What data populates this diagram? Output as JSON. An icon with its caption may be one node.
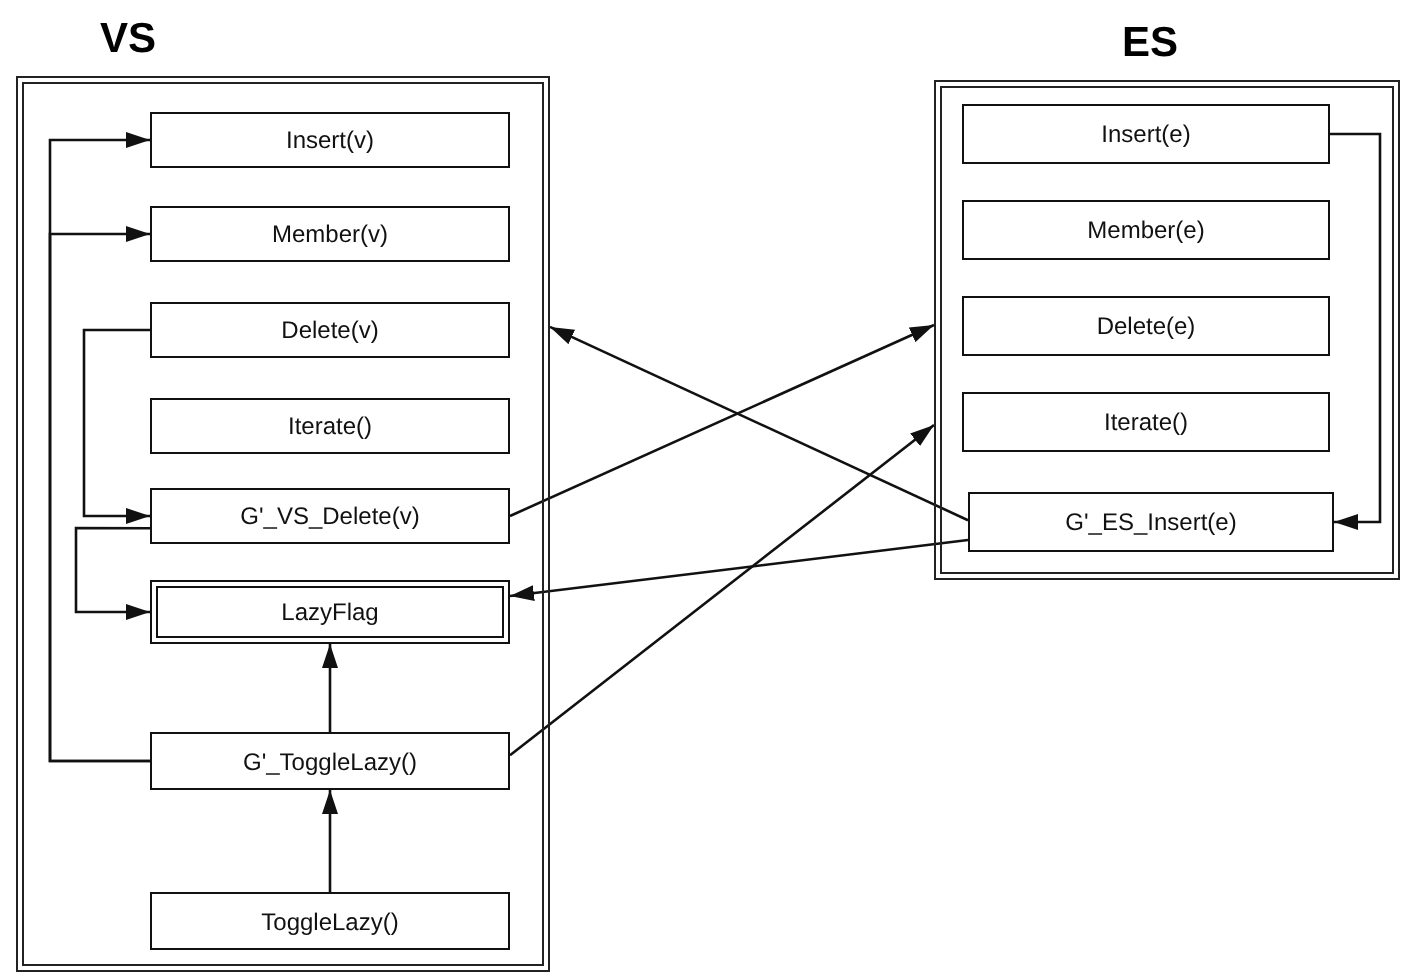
{
  "diagram": {
    "nodes": [
      {
        "text": [
          "VS"
        ]
      },
      {
        "text": [
          "Insert(v)"
        ],
        "in": 0
      },
      {
        "text": [
          "Member(v)"
        ],
        "in": 0
      },
      {
        "text": [
          "Delete(v)"
        ],
        "in": 0
      },
      {
        "text": [
          "Iterate()"
        ],
        "in": 0
      },
      {
        "text": [
          "G'_VS_Delete(v)"
        ],
        "in": 0
      },
      {
        "text": [
          "LazyFlag"
        ],
        "in": 0
      },
      {
        "text": [
          "G'_ToggleLazy()"
        ],
        "in": 0
      },
      {
        "text": [
          "ToggleLazy()"
        ],
        "in": 0
      },
      {
        "text": [
          "ES"
        ]
      },
      {
        "text": [
          "Insert(e)"
        ],
        "in": 9
      },
      {
        "text": [
          "Member(e)"
        ],
        "in": 9
      },
      {
        "text": [
          "Delete(e)"
        ],
        "in": 9
      },
      {
        "text": [
          "Iterate()"
        ],
        "in": 9
      },
      {
        "text": [
          "G'_ES_Insert(e)"
        ],
        "in": 9
      }
    ],
    "edges": [
      {
        "from": 7,
        "to": 1,
        "arrow": "to"
      },
      {
        "from": 7,
        "to": 2,
        "arrow": "to"
      },
      {
        "from": 3,
        "to": 5,
        "arrow": "to"
      },
      {
        "from": 5,
        "to": 6,
        "arrow": "to"
      },
      {
        "from": 7,
        "to": 6,
        "arrow": "to"
      },
      {
        "from": 8,
        "to": 7,
        "arrow": "to"
      },
      {
        "from": 5,
        "to": 9,
        "arrow": "to"
      },
      {
        "from": 7,
        "to": 9,
        "arrow": "to"
      },
      {
        "from": 14,
        "to": 0,
        "arrow": "to"
      },
      {
        "from": 14,
        "to": 6,
        "arrow": "to"
      },
      {
        "from": 10,
        "to": 14,
        "arrow": "to"
      }
    ]
  }
}
